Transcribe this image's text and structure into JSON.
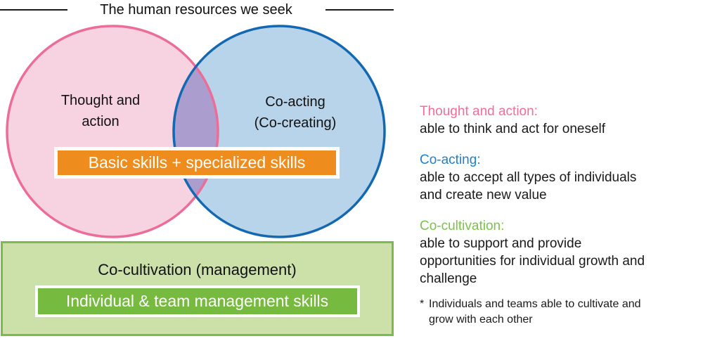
{
  "header": {
    "title": "The human resources we seek"
  },
  "venn": {
    "left_circle": {
      "label": "Thought and\naction"
    },
    "right_circle": {
      "label": "Co-acting\n(Co-creating)"
    },
    "banner": "Basic skills + specialized skills"
  },
  "management": {
    "title": "Co-cultivation (management)",
    "banner": "Individual & team management skills"
  },
  "legend": {
    "items": [
      {
        "heading": "Thought and action:",
        "body": "able to think and act for oneself",
        "color": "#f06e9a"
      },
      {
        "heading": "Co-acting:",
        "body": "able to accept all types of individuals and create new value",
        "color": "#2180cb"
      },
      {
        "heading": "Co-cultivation:",
        "body": "able to support and provide opportunities for individual growth and challenge",
        "color": "#7cc24b"
      }
    ],
    "footnote": {
      "marker": "*",
      "text": "Individuals and teams able to cultivate and grow with each other"
    }
  },
  "colors": {
    "pink_circle_fill": "#f7d3e1",
    "pink_circle_border": "#ec6d97",
    "blue_circle_fill": "#b8d4ea",
    "blue_circle_border": "#1468b2",
    "overlap_fill": "#ab9ecf",
    "orange_banner": "#ee8d1d",
    "management_box_fill": "#cbe1a9",
    "management_box_border": "#7db94d",
    "green_banner_fill": "#76bb3f"
  }
}
